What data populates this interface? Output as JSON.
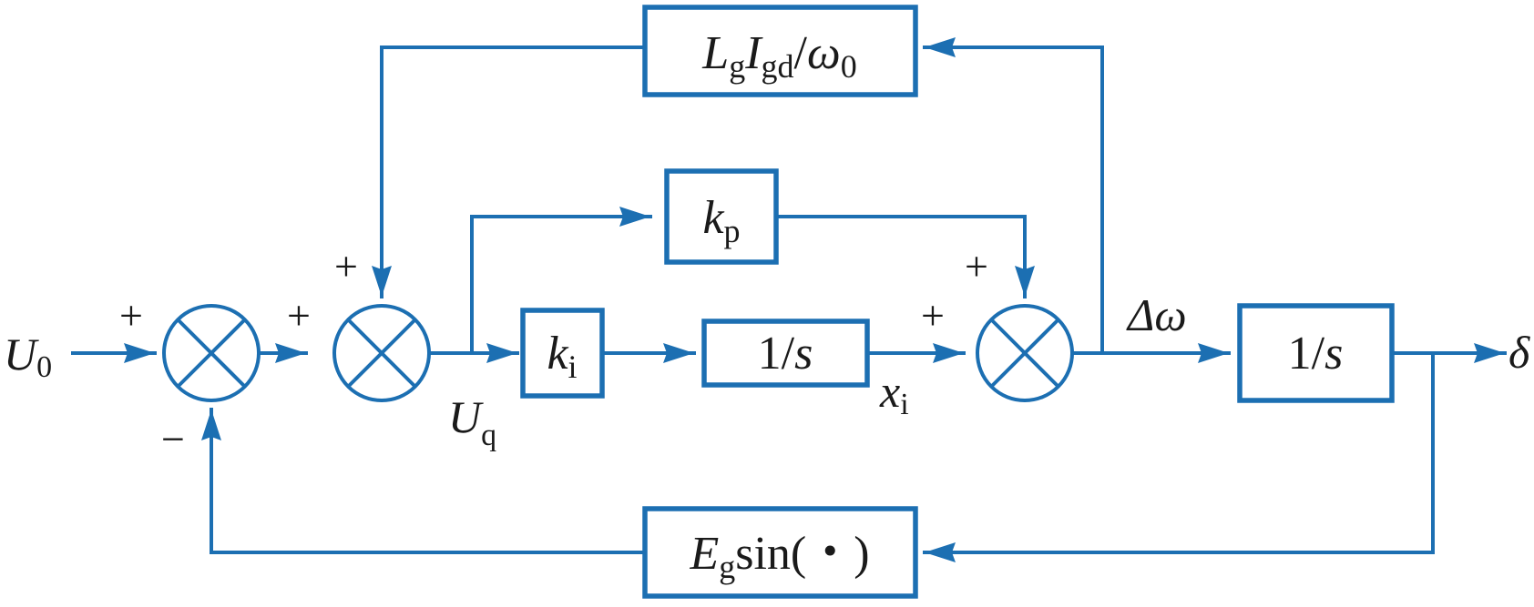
{
  "blocks": {
    "feedforward_gain": {
      "main": "L",
      "sub1": "g",
      "mid": "I",
      "sub2": "gd",
      "tail": "/",
      "tail_var": "ω",
      "tail_sub": "0"
    },
    "proportional_gain": {
      "main": "k",
      "sub": "p"
    },
    "integral_gain": {
      "main": "k",
      "sub": "i"
    },
    "integrator_1": {
      "prefix": "1/",
      "var": "s"
    },
    "integrator_2": {
      "prefix": "1/",
      "var": "s"
    },
    "power_feedback": {
      "main": "E",
      "sub": "g",
      "tail": "sin(・)"
    }
  },
  "signals": {
    "input": {
      "main": "U",
      "sub": "0"
    },
    "voltage_q": {
      "main": "U",
      "sub": "q"
    },
    "integrator_state": {
      "main": "x",
      "sub": "i"
    },
    "speed_deviation": "Δω",
    "output": "δ"
  },
  "signs": {
    "sum1_input": "+",
    "sum1_feedback": "−",
    "sum2_input": "+",
    "sum2_top": "+",
    "sum3_top": "+",
    "sum3_input": "+"
  },
  "colors": {
    "line": "#1c6fb2",
    "text": "#1a1a1a",
    "background": "#ffffff"
  }
}
